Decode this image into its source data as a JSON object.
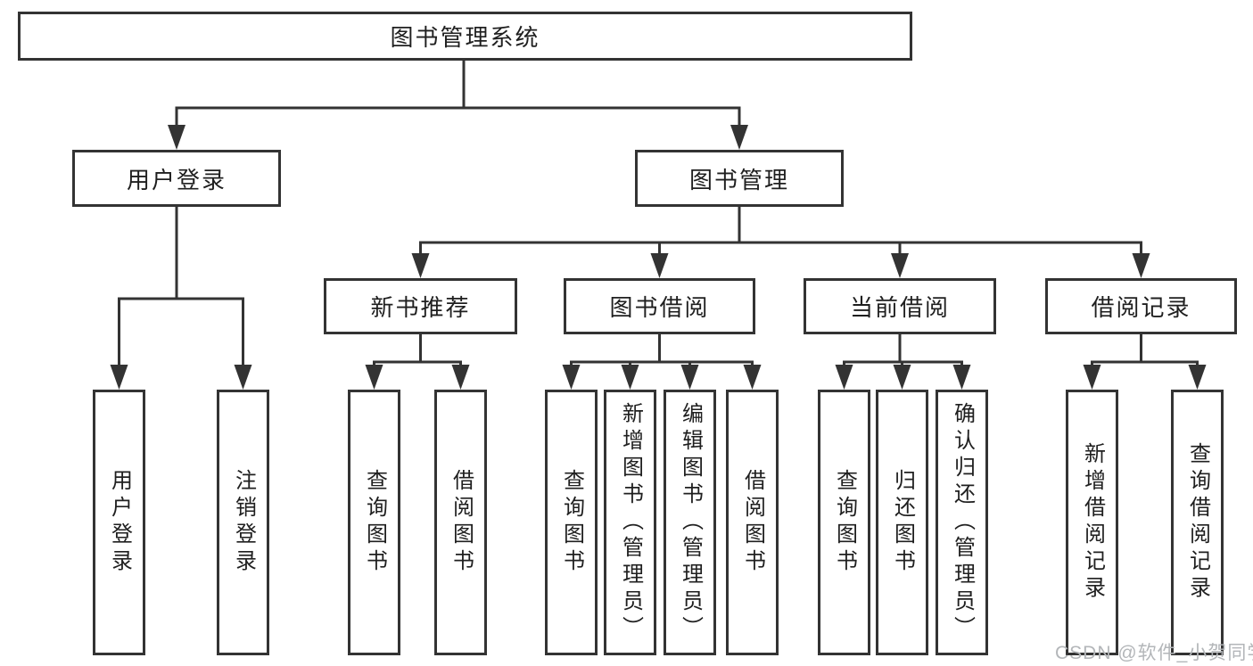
{
  "diagram": {
    "root": {
      "label": "图书管理系统"
    },
    "user_branch": {
      "label": "用户登录",
      "children": [
        "用户登录",
        "注销登录"
      ]
    },
    "mgmt_branch": {
      "label": "图书管理",
      "groups": [
        {
          "label": "新书推荐",
          "children": [
            "查询图书",
            "借阅图书"
          ]
        },
        {
          "label": "图书借阅",
          "children": [
            "查询图书",
            "新增图书（管理员）",
            "编辑图书（管理员）",
            "借阅图书"
          ]
        },
        {
          "label": "当前借阅",
          "children": [
            "查询图书",
            "归还图书",
            "确认归还（管理员）"
          ]
        },
        {
          "label": "借阅记录",
          "children": [
            "新增借阅记录",
            "查询借阅记录"
          ]
        }
      ]
    }
  },
  "watermark": "CSDN @软件_小贺同学",
  "colors": {
    "line": "#333333",
    "text": "#1f1f1f",
    "watermark": "#b3b6b9",
    "background": "#ffffff"
  }
}
